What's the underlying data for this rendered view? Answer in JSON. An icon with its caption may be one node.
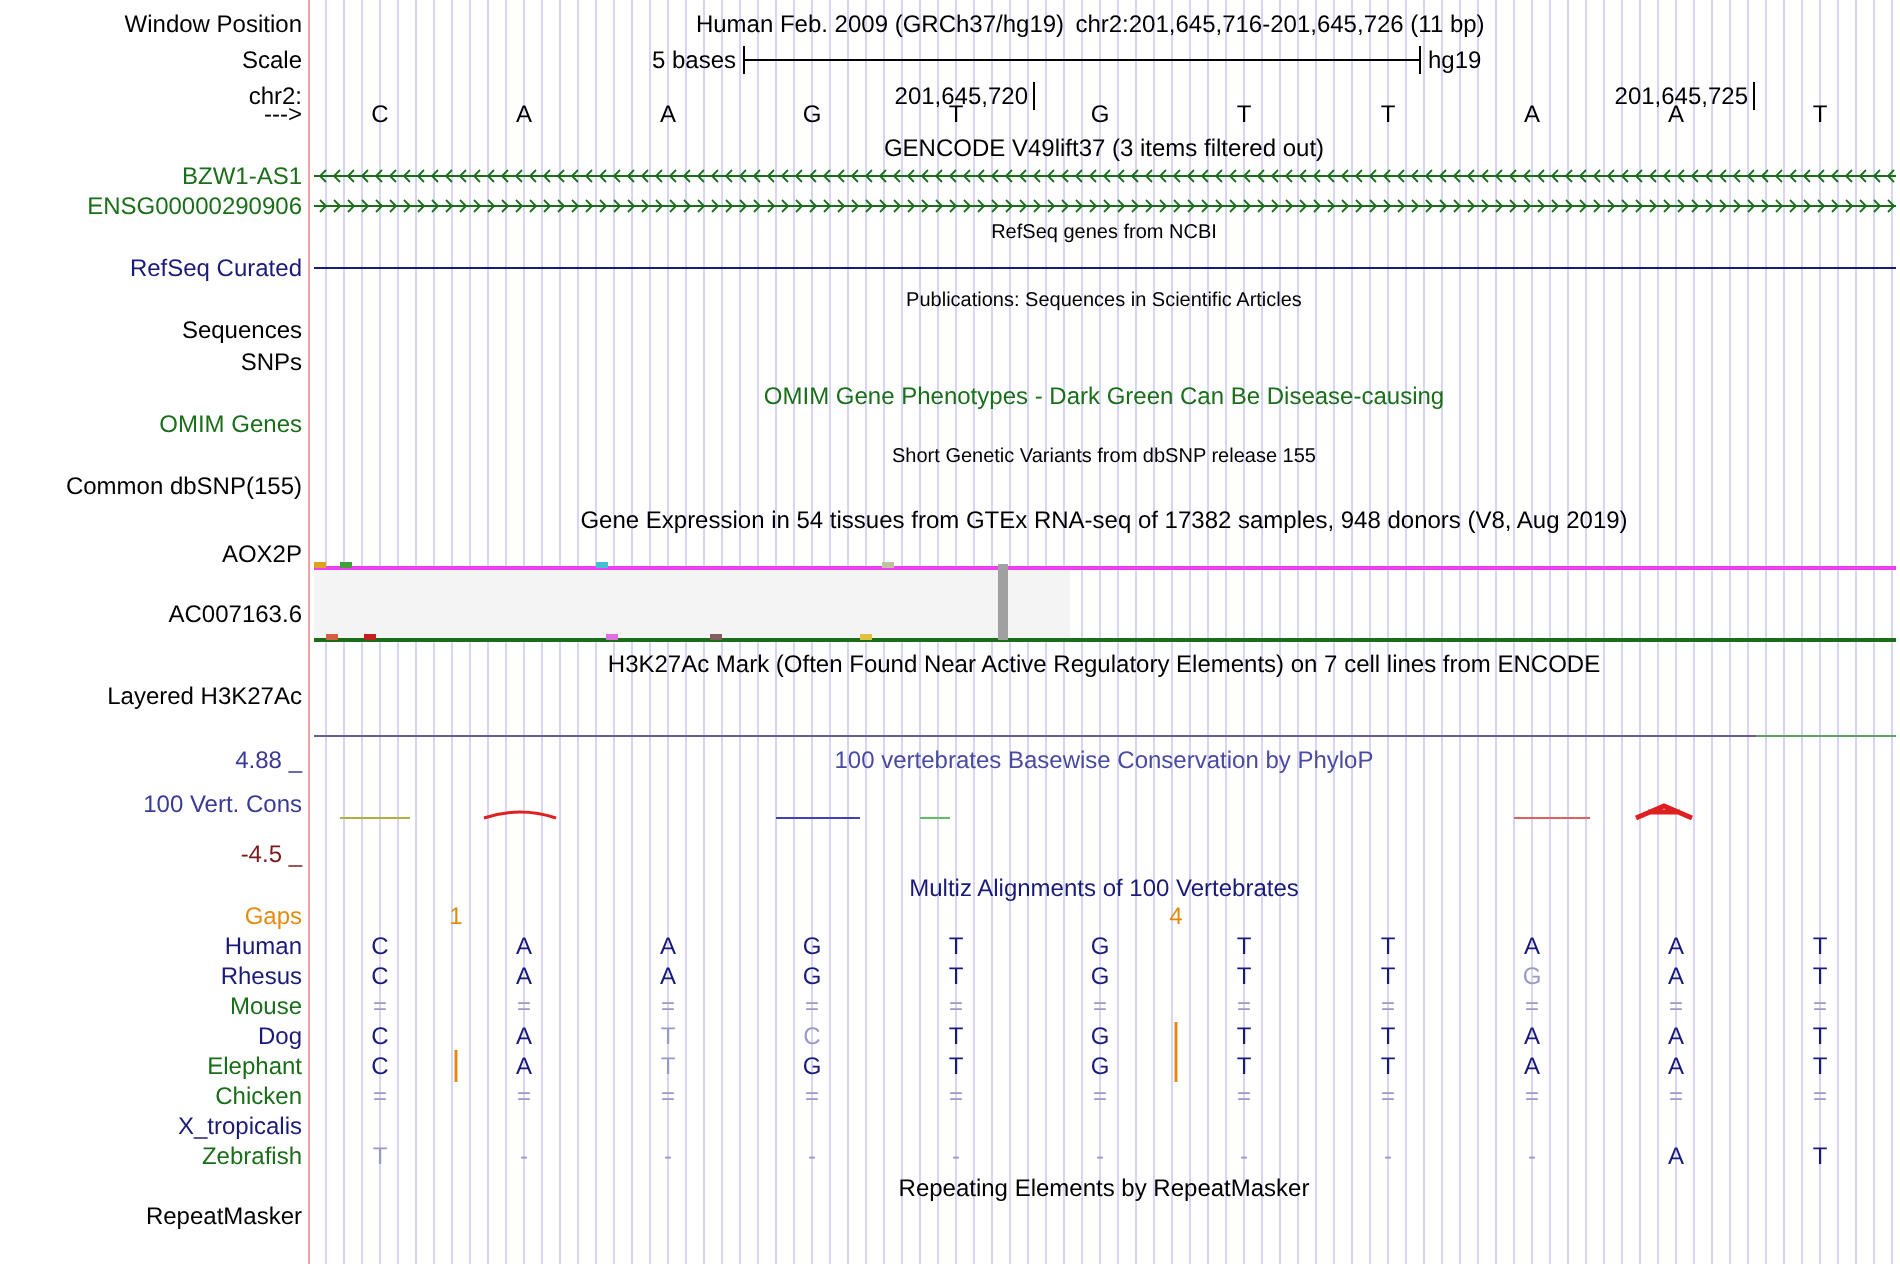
{
  "diagram": {
    "labels": [
      "Window Position",
      "Human Feb. 2009 (GRCh37/hg19)",
      "chr2:201,645,716-201,645,726 (11 bp)",
      "Scale",
      "5 bases",
      "hg19",
      "chr2:",
      "201,645,720",
      "201,645,725",
      "--->",
      "C",
      "A",
      "A",
      "G",
      "T",
      "G",
      "T",
      "T",
      "A",
      "A",
      "T",
      "GENCODE V49lift37 (3 items filtered out)",
      "BZW1-AS1",
      "ENSG00000290906",
      "RefSeq genes from NCBI",
      "RefSeq Curated",
      "Publications: Sequences in Scientific Articles",
      "Sequences",
      "SNPs",
      "OMIM Gene Phenotypes - Dark Green Can Be Disease-causing",
      "OMIM Genes",
      "Short Genetic Variants from dbSNP release 155",
      "Common dbSNP(155)",
      "Gene Expression in 54 tissues from GTEx RNA-seq of 17382 samples, 948 donors (V8, Aug 2019)",
      "AOX2P",
      "AC007163.6",
      "H3K27Ac Mark (Often Found Near Active Regulatory Elements) on 7 cell lines from ENCODE",
      "Layered H3K27Ac",
      "4.88 _",
      "100 vertebrates Basewise Conservation by PhyloP",
      "100 Vert. Cons",
      "-4.5 _",
      "Multiz Alignments of 100 Vertebrates",
      "Gaps",
      "1",
      "4",
      "Human",
      "C",
      "A",
      "A",
      "G",
      "T",
      "G",
      "T",
      "T",
      "A",
      "A",
      "T",
      "Rhesus",
      "C",
      "A",
      "A",
      "G",
      "T",
      "G",
      "T",
      "T",
      "G",
      "A",
      "T",
      "Mouse",
      "=",
      "=",
      "=",
      "=",
      "=",
      "=",
      "=",
      "=",
      "=",
      "=",
      "=",
      "Dog",
      "C",
      "A",
      "T",
      "C",
      "T",
      "G",
      "T",
      "T",
      "A",
      "A",
      "T",
      "Elephant",
      "C",
      "A",
      "T",
      "G",
      "T",
      "G",
      "T",
      "T",
      "A",
      "A",
      "T",
      "Chicken",
      "=",
      "=",
      "=",
      "=",
      "=",
      "=",
      "=",
      "=",
      "=",
      "=",
      "=",
      "X_tropicalis",
      "Zebrafish",
      "T",
      "-",
      "-",
      "-",
      "-",
      "-",
      "-",
      "-",
      "-",
      "A",
      "T",
      "Repeating Elements by RepeatMasker",
      "RepeatMasker"
    ]
  }
}
